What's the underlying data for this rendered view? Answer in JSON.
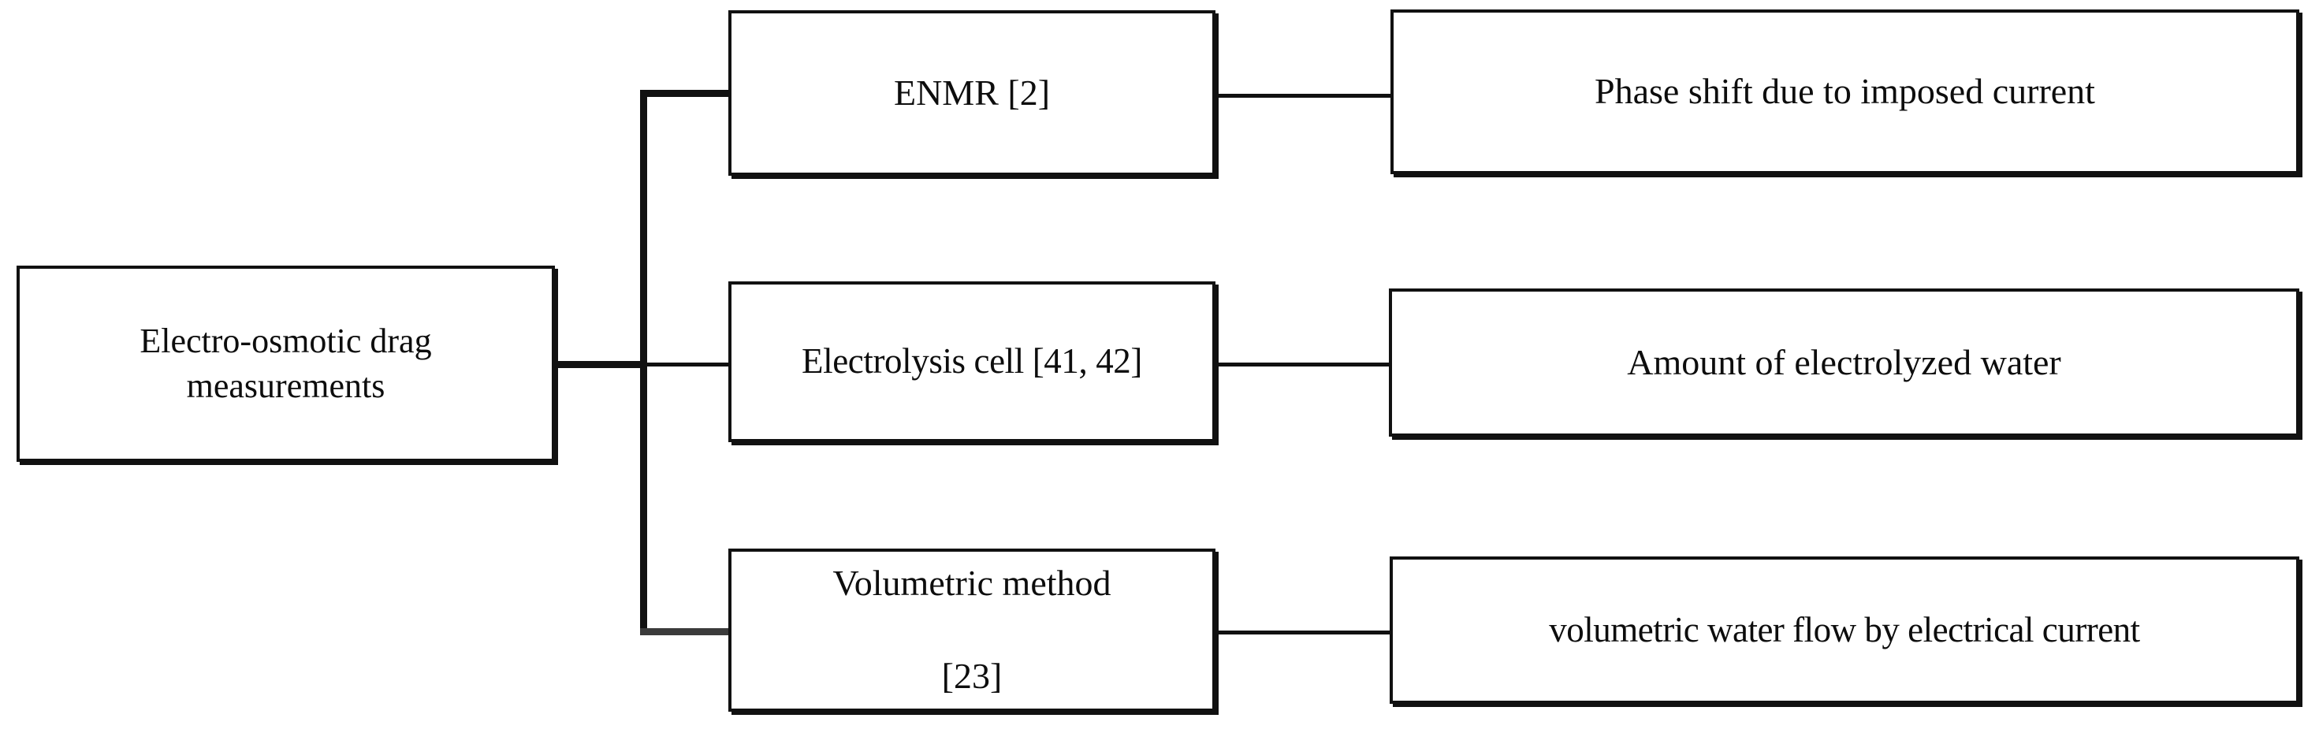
{
  "diagram": {
    "title": "Electro-osmotic drag measurements",
    "orientation": "left-to-right tree",
    "colors": {
      "box_border": "#111111",
      "box_fill": "#ffffff",
      "connector": "#111111",
      "text": "#0d0d0d",
      "background": "#ffffff"
    },
    "root": {
      "id": "root",
      "label": "Electro-osmotic drag\nmeasurements"
    },
    "branches": [
      {
        "id": "branch-enmr",
        "method_label": "ENMR [2]",
        "result_label": "Phase shift due to imposed current"
      },
      {
        "id": "branch-electrolysis-cell",
        "method_label": "Electrolysis cell [41, 42]",
        "result_label": "Amount of electrolyzed water"
      },
      {
        "id": "branch-volumetric",
        "method_label": "Volumetric method\n\n[23]",
        "result_label": "volumetric  water flow by electrical current"
      }
    ],
    "columns": [
      {
        "id": "column-source",
        "role": "measurement category"
      },
      {
        "id": "column-method",
        "role": "measurement technique"
      },
      {
        "id": "column-observable",
        "role": "measured quantity"
      }
    ]
  }
}
